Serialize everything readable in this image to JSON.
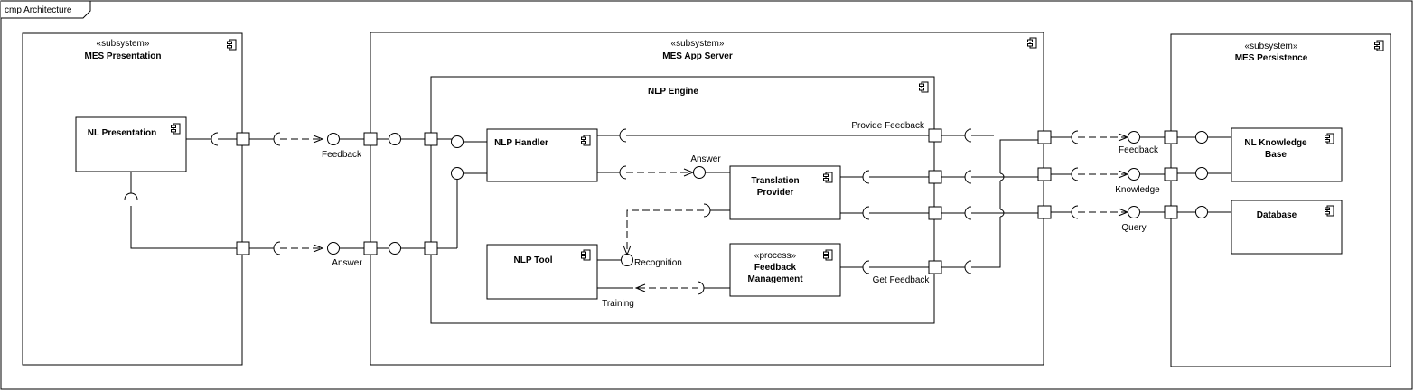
{
  "frame": {
    "title": "cmp Architecture"
  },
  "subsystems": {
    "presentation": {
      "stereotype": "«subsystem»",
      "name": "MES Presentation"
    },
    "app_server": {
      "stereotype": "«subsystem»",
      "name": "MES App Server"
    },
    "persistence": {
      "stereotype": "«subsystem»",
      "name": "MES Persistence"
    }
  },
  "components": {
    "nl_presentation": {
      "name": "NL Presentation"
    },
    "nlp_engine": {
      "name": "NLP Engine"
    },
    "nlp_handler": {
      "name": "NLP Handler"
    },
    "translation_provider": {
      "name_line1": "Translation",
      "name_line2": "Provider"
    },
    "nlp_tool": {
      "name": "NLP Tool"
    },
    "feedback_management": {
      "stereotype": "«process»",
      "name_line1": "Feedback",
      "name_line2": "Management"
    },
    "nl_knowledge_base": {
      "name_line1": "NL Knowledge",
      "name_line2": "Base"
    },
    "database": {
      "name": "Database"
    }
  },
  "interfaces": {
    "feedback_left": "Feedback",
    "answer_left": "Answer",
    "answer_inner": "Answer",
    "provide_feedback": "Provide Feedback",
    "recognition": "Recognition",
    "training": "Training",
    "get_feedback": "Get Feedback",
    "feedback_right": "Feedback",
    "knowledge_right": "Knowledge",
    "query_right": "Query"
  },
  "icons": [
    "component-icon",
    "port-square",
    "provided-interface-lollipop",
    "required-interface-socket",
    "dependency-arrow"
  ]
}
